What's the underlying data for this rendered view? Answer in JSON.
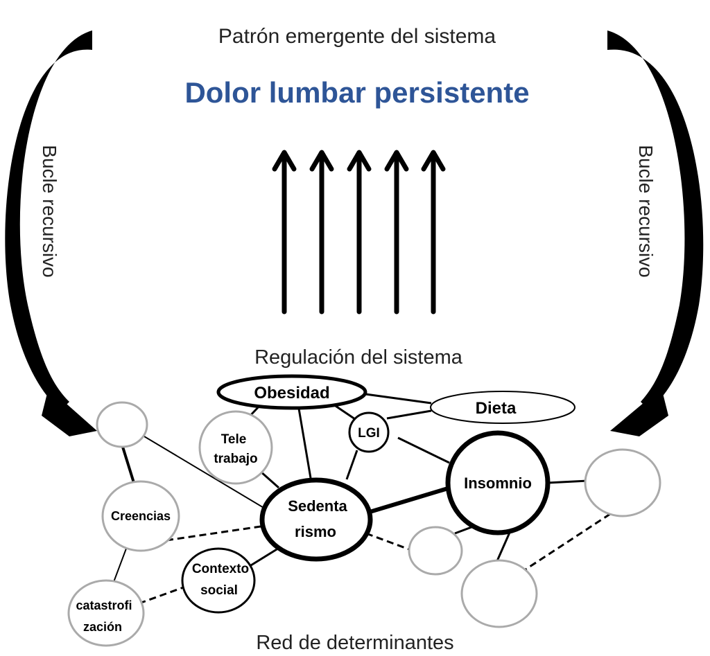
{
  "header": {
    "top_caption": "Patrón emergente del sistema",
    "title": "Dolor lumbar persistente",
    "title_color": "#2E5597"
  },
  "middle_caption": "Regulación del sistema",
  "bottom_caption": "Red de determinantes",
  "loops": {
    "left_label": "Bucle recursivo",
    "right_label": "Bucle recursivo"
  },
  "nodes": {
    "obesidad": "Obesidad",
    "dieta": "Dieta",
    "lgi": "LGI",
    "teletrabajo_line1": "Tele",
    "teletrabajo_line2": "trabajo",
    "insomnio": "Insomnio",
    "sedentarismo_line1": "Sedenta",
    "sedentarismo_line2": "rismo",
    "creencias": "Creencias",
    "contexto_line1": "Contexto",
    "contexto_line2": "social",
    "catastrofizacion_line1": "catastrofi",
    "catastrofizacion_line2": "zación"
  },
  "colors": {
    "node_border_strong": "#000000",
    "node_border_light": "#aaaaaa",
    "arrows": "#000000"
  }
}
